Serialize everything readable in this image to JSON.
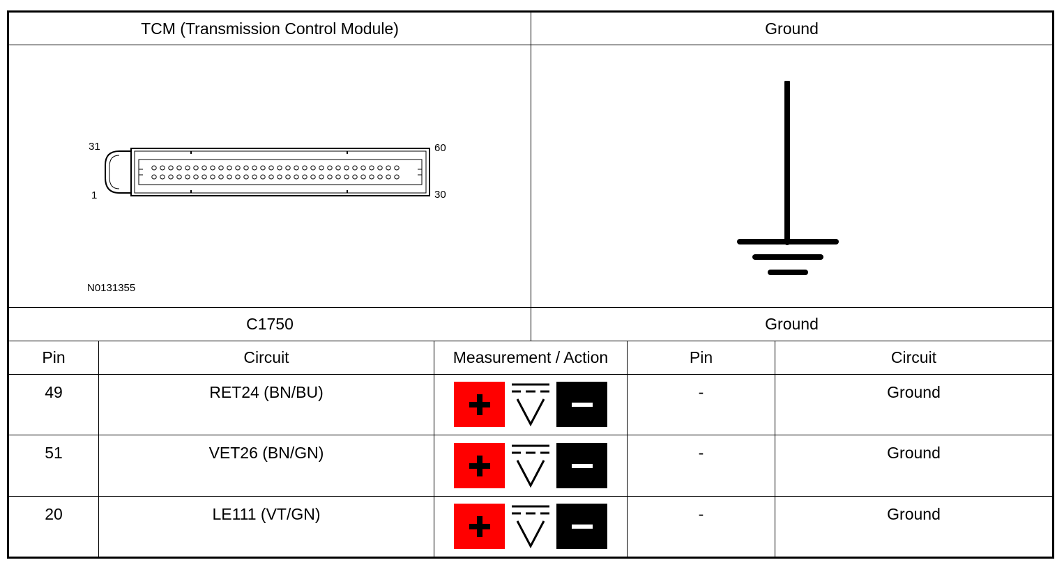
{
  "header": {
    "left_title": "TCM (Transmission Control Module)",
    "right_title": "Ground"
  },
  "connector": {
    "pin_labels": {
      "top_left": "31",
      "bottom_left": "1",
      "top_right": "60",
      "bottom_right": "30"
    },
    "figure_id": "N0131355"
  },
  "connector_ids": {
    "left": "C1750",
    "right": "Ground"
  },
  "table": {
    "columns": [
      "Pin",
      "Circuit",
      "Measurement / Action",
      "Pin",
      "Circuit"
    ],
    "rows": [
      {
        "pin": "49",
        "circuit": "RET24 (BN/BU)",
        "measurement": "dc-voltage-probe",
        "to_pin": "-",
        "to_circuit": "Ground"
      },
      {
        "pin": "51",
        "circuit": "VET26 (BN/GN)",
        "measurement": "dc-voltage-probe",
        "to_pin": "-",
        "to_circuit": "Ground"
      },
      {
        "pin": "20",
        "circuit": "LE111 (VT/GN)",
        "measurement": "dc-voltage-probe",
        "to_pin": "-",
        "to_circuit": "Ground"
      }
    ]
  },
  "colors": {
    "positive_probe": "#ff0000",
    "negative_probe": "#000000"
  }
}
